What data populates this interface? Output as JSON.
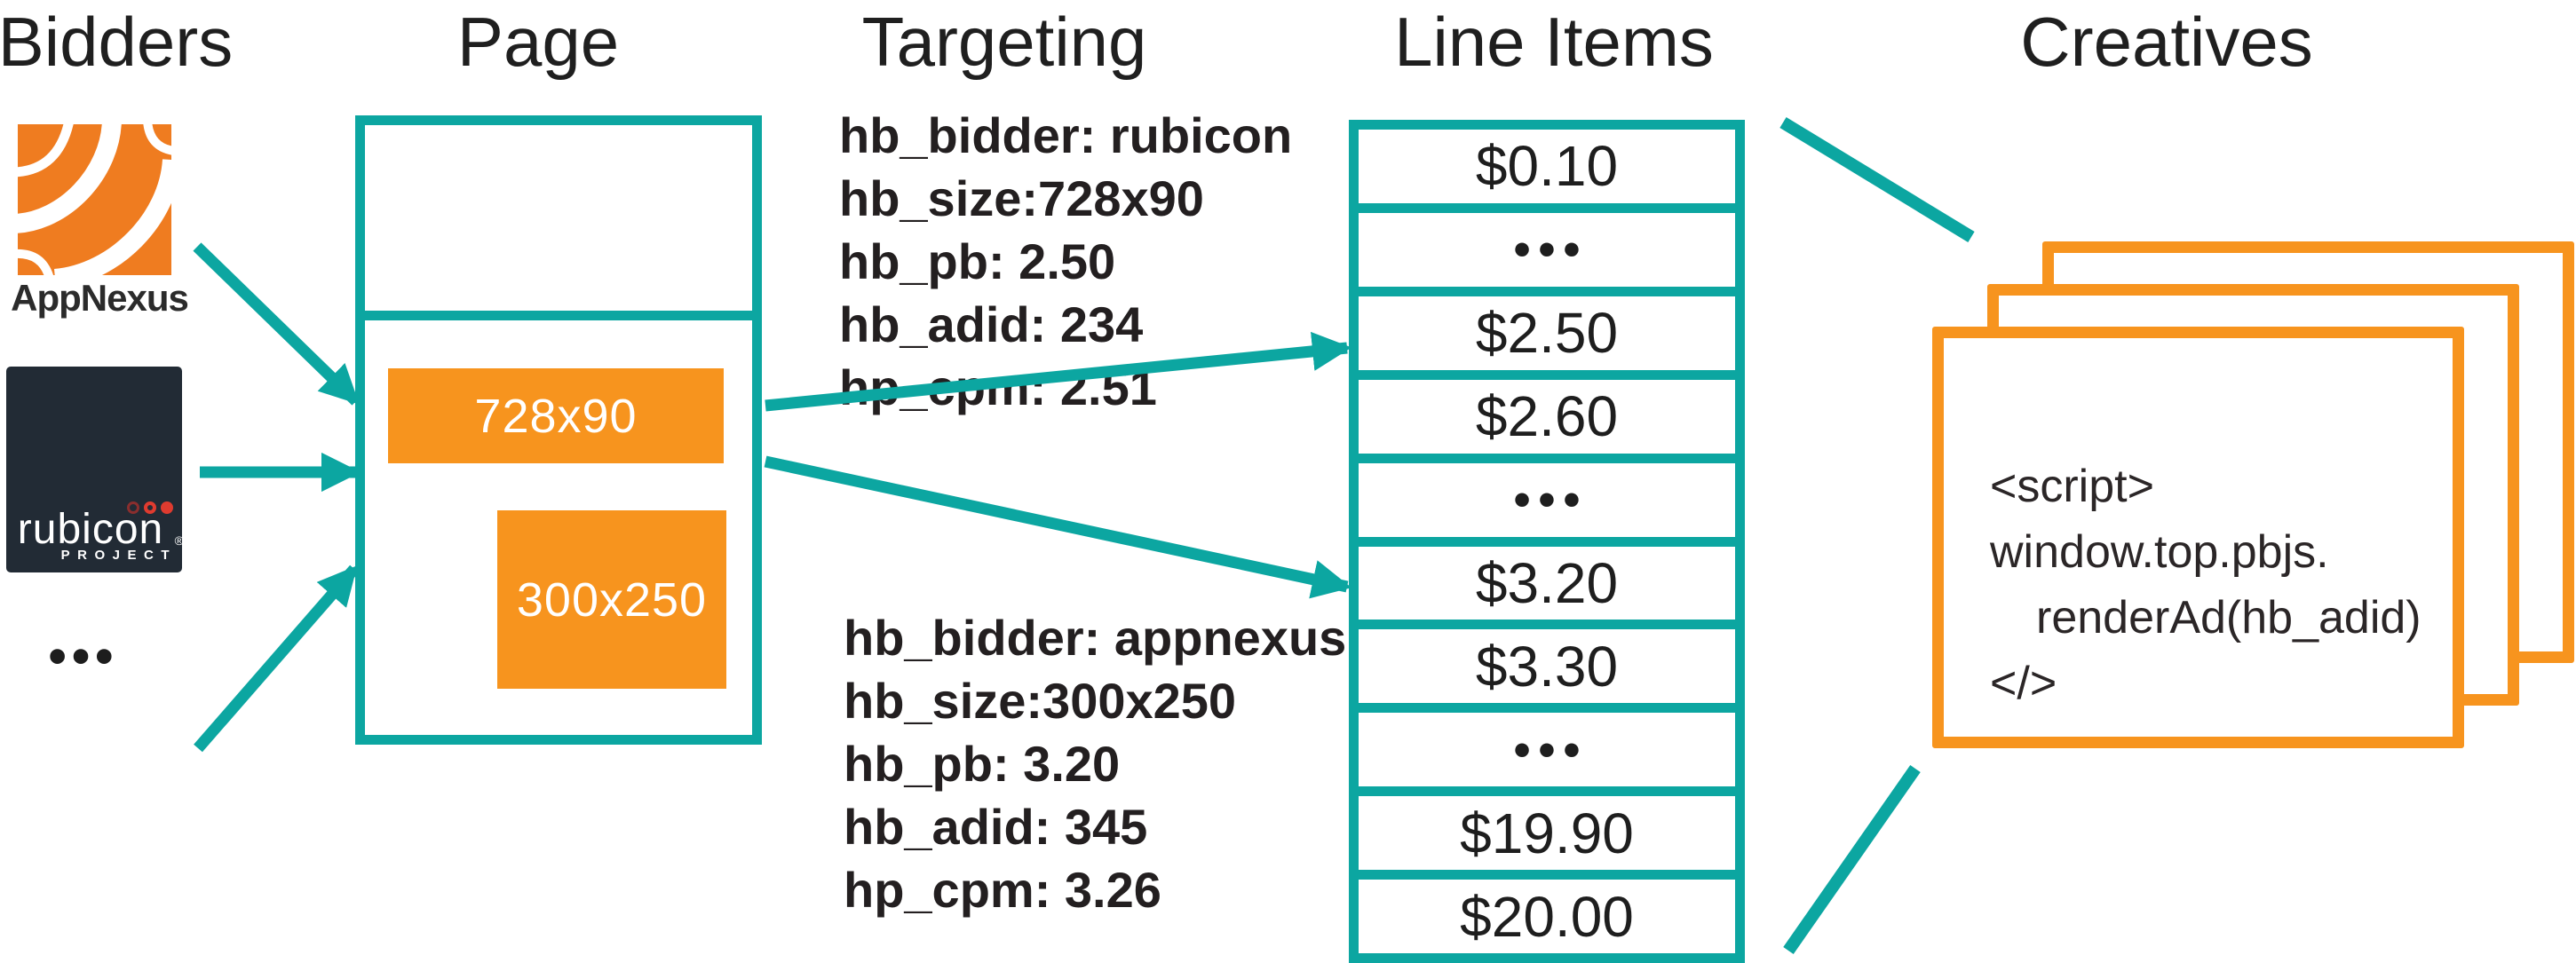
{
  "headers": {
    "bidders": "Bidders",
    "page": "Page",
    "targeting": "Targeting",
    "line_items": "Line Items",
    "creatives": "Creatives"
  },
  "bidders": {
    "appnexus_label": "AppNexus",
    "rubicon_name": "rubicon",
    "rubicon_project": "PROJECT",
    "rubicon_reg": "®",
    "more_indicator": "•••"
  },
  "page": {
    "slots": [
      {
        "label": "728x90"
      },
      {
        "label": "300x250"
      }
    ]
  },
  "targeting": {
    "rubicon_block": {
      "lines": [
        "hb_bidder: rubicon",
        "hb_size:728x90",
        "hb_pb: 2.50",
        "hb_adid: 234",
        "hp_cpm: 2.51"
      ]
    },
    "appnexus_block": {
      "lines": [
        "hb_bidder: appnexus",
        "hb_size:300x250",
        "hb_pb: 3.20",
        "hb_adid: 345",
        "hp_cpm: 3.26"
      ]
    }
  },
  "line_items": {
    "rows": [
      "$0.10",
      "•••",
      "$2.50",
      "$2.60",
      "•••",
      "$3.20",
      "$3.30",
      "•••",
      "$19.90",
      "$20.00"
    ]
  },
  "creatives": {
    "code_lines": [
      "<script>",
      "window.top.pbjs.",
      "renderAd(hb_adid)",
      "</>"
    ]
  },
  "colors": {
    "teal": "#0CA6A1",
    "orange": "#F7941E",
    "appnexus_orange": "#EF7C20",
    "rubicon_navy": "#222B35",
    "rubicon_red": "#DF3B2F",
    "text": "#231F20"
  }
}
